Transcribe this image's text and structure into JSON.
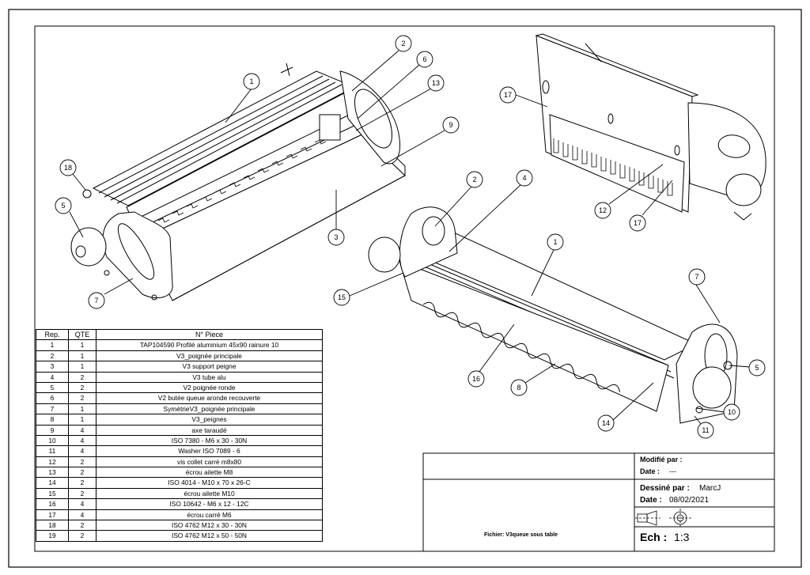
{
  "bom": {
    "headers": [
      "Rep.",
      "QTE",
      "N° Piece"
    ],
    "rows": [
      [
        "1",
        "1",
        "TAP104590 Profilé aluminium 45x90 rainure 10"
      ],
      [
        "2",
        "1",
        "V3_poignée principale"
      ],
      [
        "3",
        "1",
        "V3 support peigne"
      ],
      [
        "4",
        "2",
        "V3 tube alu"
      ],
      [
        "5",
        "2",
        "V2 poignée ronde"
      ],
      [
        "6",
        "2",
        "V2 butée queue aronde recouverte"
      ],
      [
        "7",
        "1",
        "SymétrieV3_poignée principale"
      ],
      [
        "8",
        "1",
        "V3_peignes"
      ],
      [
        "9",
        "4",
        "axe taraudé"
      ],
      [
        "10",
        "4",
        "ISO 7380 - M6 x 30 - 30N"
      ],
      [
        "11",
        "4",
        "Washer ISO 7089 - 6"
      ],
      [
        "12",
        "2",
        "vis collet carré m8x80"
      ],
      [
        "13",
        "2",
        "écrou ailette M8"
      ],
      [
        "14",
        "2",
        "ISO 4014 - M10 x 70 x 26-C"
      ],
      [
        "15",
        "2",
        "écrou ailette M10"
      ],
      [
        "16",
        "4",
        "ISO 10642 - M6 x 12 - 12C"
      ],
      [
        "17",
        "4",
        "écrou carré M6"
      ],
      [
        "18",
        "2",
        "ISO 4762 M12 x 30 - 30N"
      ],
      [
        "19",
        "2",
        "ISO 4762 M12 x 50 - 50N"
      ]
    ]
  },
  "title_block": {
    "modifie_label": "Modifié par :",
    "modifie_value": "",
    "date1_label": "Date :",
    "date1_value": "---",
    "dessine_label": "Dessiné par :",
    "dessine_value": "MarcJ",
    "date2_label": "Date :",
    "date2_value": "08/02/2021",
    "fichier_label": "Fichier: V3queue sous table",
    "echelle_label": "Ech :",
    "echelle_value": "1:3"
  },
  "balloons": {
    "view1": [
      "1",
      "2",
      "6",
      "13",
      "9",
      "18",
      "5",
      "3",
      "7"
    ],
    "view2": [
      "17",
      "12",
      "17"
    ],
    "view3": [
      "2",
      "4",
      "1",
      "15",
      "7",
      "5",
      "16",
      "8",
      "14",
      "10",
      "11"
    ]
  }
}
